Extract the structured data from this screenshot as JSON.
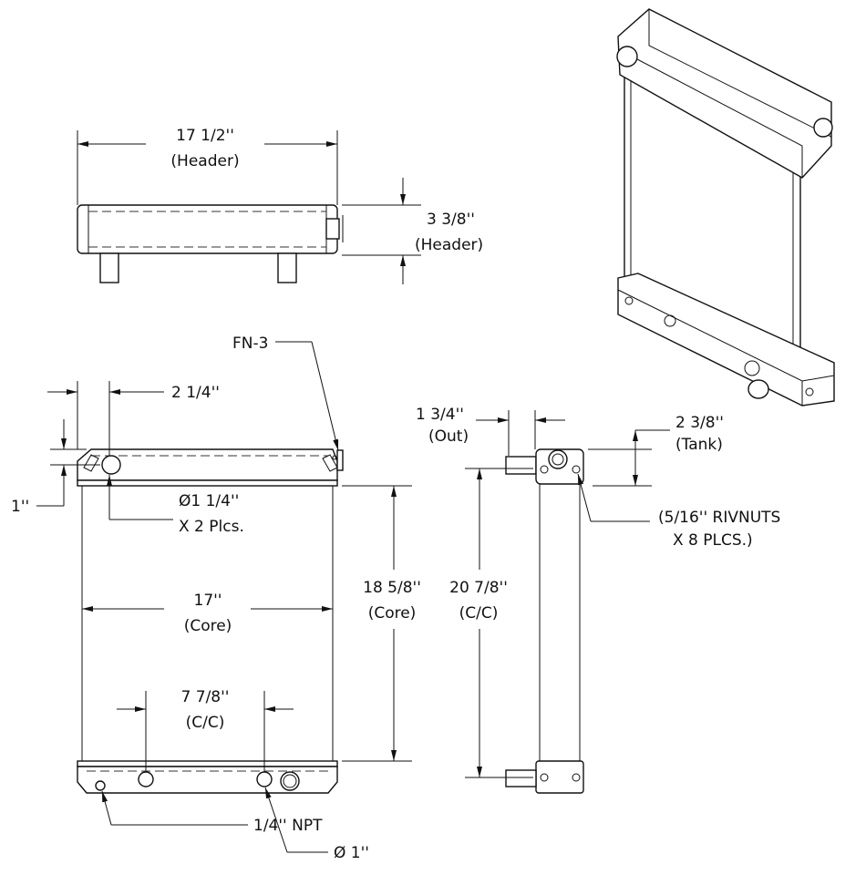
{
  "drawing": {
    "top_view": {
      "width_label": "17 1/2''",
      "width_sub": "(Header)",
      "height_label": "3 3/8''",
      "height_sub": "(Header)"
    },
    "front_view": {
      "fn_label": "FN-3",
      "offset_label": "2 1/4''",
      "tank_offset_label": "1''",
      "inlet_label": "Ø1 1/4''",
      "inlet_sub": "X 2 Plcs.",
      "core_width_label": "17''",
      "core_width_sub": "(Core)",
      "core_height_label": "18 5/8''",
      "core_height_sub": "(Core)",
      "cc_label": "7 7/8''",
      "cc_sub": "(C/C)",
      "npt_label": "1/4'' NPT",
      "outlet_label": "Ø 1''"
    },
    "side_view": {
      "out_label": "1 3/4''",
      "out_sub": "(Out)",
      "tank_label": "2 3/8''",
      "tank_sub": "(Tank)",
      "cc_label": "20 7/8''",
      "cc_sub": "(C/C)",
      "rivnut_label": "(5/16'' RIVNUTS",
      "rivnut_sub": "X 8 PLCS.)"
    }
  }
}
